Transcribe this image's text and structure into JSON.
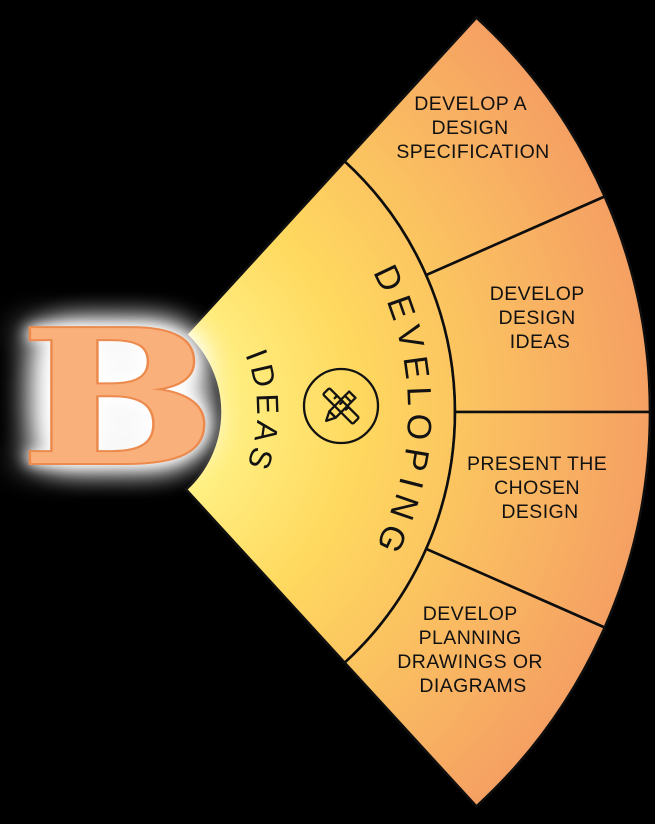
{
  "page": {
    "background": "#000000"
  },
  "badge": {
    "letter": "B",
    "fill": "#f9b07a",
    "outline": "#ec8a4e",
    "glow": "#ffffff"
  },
  "fan": {
    "gradient": {
      "inner": "#fff287",
      "mid": "#ffd95f",
      "outer": "#f5a063"
    },
    "stroke": "#0e0e0e",
    "inner_band": {
      "radial_label": "IDEAS",
      "arc_label": "DEVELOPING",
      "icon": "pencil-and-ruler"
    },
    "segments": [
      {
        "label": "DEVELOP A DESIGN SPECIFICATION",
        "lines": [
          "DEVELOP A",
          "DESIGN",
          "SPECIFICATION"
        ]
      },
      {
        "label": "DEVELOP DESIGN IDEAS",
        "lines": [
          "DEVELOP",
          "DESIGN",
          "IDEAS"
        ]
      },
      {
        "label": "PRESENT THE CHOSEN DESIGN",
        "lines": [
          "PRESENT THE",
          "CHOSEN",
          "DESIGN"
        ]
      },
      {
        "label": "DEVELOP PLANNING DRAWINGS OR DIAGRAMS",
        "lines": [
          "DEVELOP",
          "PLANNING",
          "DRAWINGS OR",
          "DIAGRAMS"
        ]
      }
    ]
  }
}
